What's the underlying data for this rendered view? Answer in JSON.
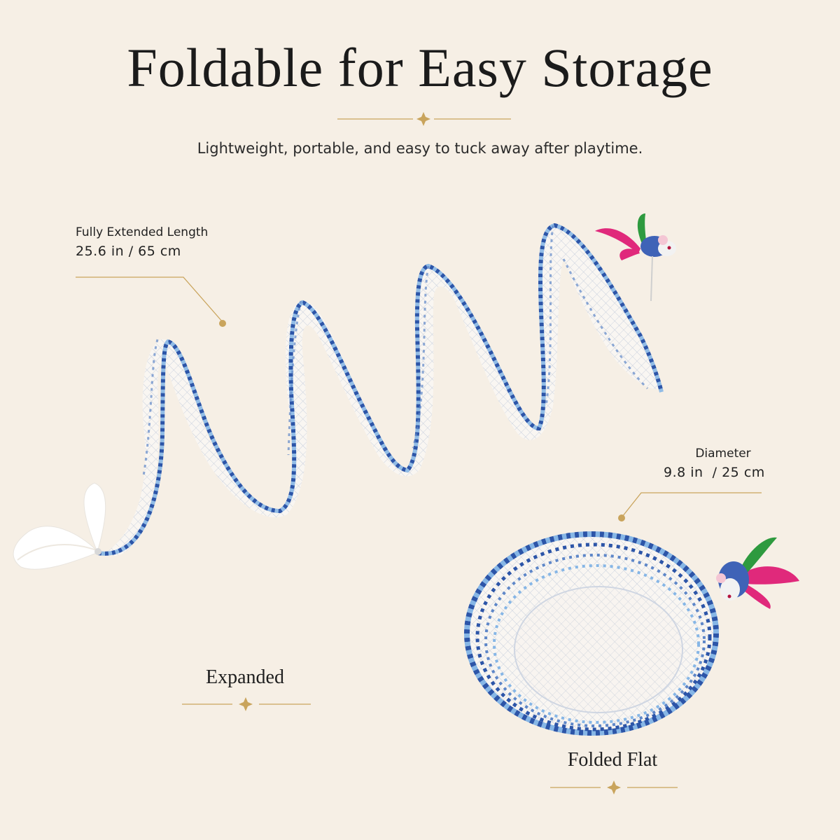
{
  "header": {
    "title": "Foldable for Easy Storage",
    "subtitle": "Lightweight, portable, and easy to tuck away after playtime."
  },
  "specs": {
    "length": {
      "label": "Fully Extended Length",
      "value": "25.6 in / 65 cm"
    },
    "diameter": {
      "label": "Diameter",
      "value": "9.8 in  / 25 cm"
    }
  },
  "captions": {
    "expanded": "Expanded",
    "folded": "Folded Flat"
  },
  "colors": {
    "background": "#f6efe5",
    "accent_gold": "#c9a45c",
    "stripe_blue": "#2c55a8",
    "stripe_light": "#86b6e6",
    "feather_pink": "#e0297b",
    "feather_green": "#2e9a3f"
  },
  "icons": [
    "gold-sparkle-icon",
    "callout-dot-icon",
    "mouse-toy-icon",
    "white-feather-icon"
  ]
}
